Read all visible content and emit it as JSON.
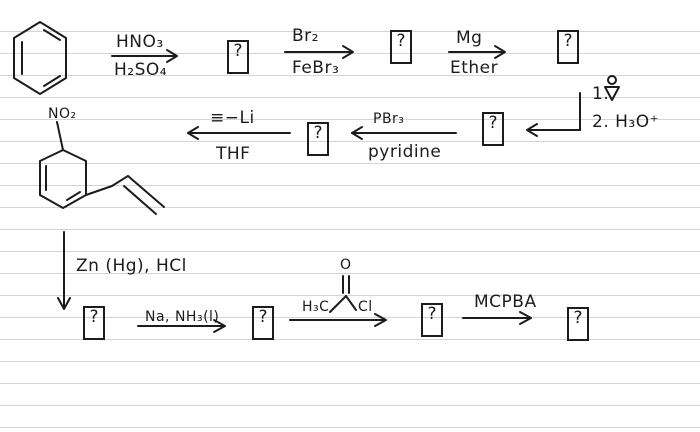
{
  "scheme": {
    "unknown_mark": "?",
    "top_row": {
      "step1_reagent_top": "HNO₃",
      "step1_reagent_bottom": "H₂SO₄",
      "step2_reagent_top": "Br₂",
      "step2_reagent_bottom": "FeBr₃",
      "step3_reagent_top": "Mg",
      "step3_reagent_bottom": "Ether"
    },
    "epoxide_step": {
      "line1": "1.",
      "line2": "2. H₃O⁺"
    },
    "middle_row": {
      "pbr3_top": "PBr₃",
      "pbr3_bottom": "pyridine",
      "acetylide_top": "≡−Li",
      "acetylide_bottom": "THF"
    },
    "structure": {
      "substituent": "NO₂"
    },
    "bottom_row": {
      "clemmensen": "Zn (Hg), HCl",
      "birch": "Na, NH₃(l)",
      "acyl_methyl": "H₃C",
      "acyl_chloride": "Cl",
      "acyl_oxygen": "O",
      "oxidant": "MCPBA"
    }
  }
}
